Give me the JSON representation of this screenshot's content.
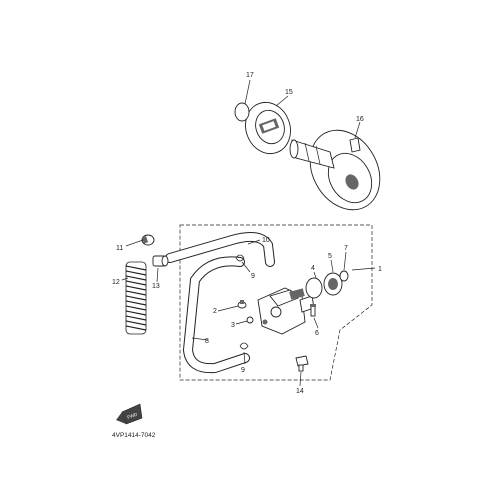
{
  "diagram": {
    "catalog_code": "4VP1414-7042",
    "callouts": [
      "1",
      "2",
      "3",
      "4",
      "5",
      "6",
      "7",
      "8",
      "9",
      "9",
      "10",
      "11",
      "12",
      "13",
      "14",
      "15",
      "16",
      "17"
    ]
  }
}
